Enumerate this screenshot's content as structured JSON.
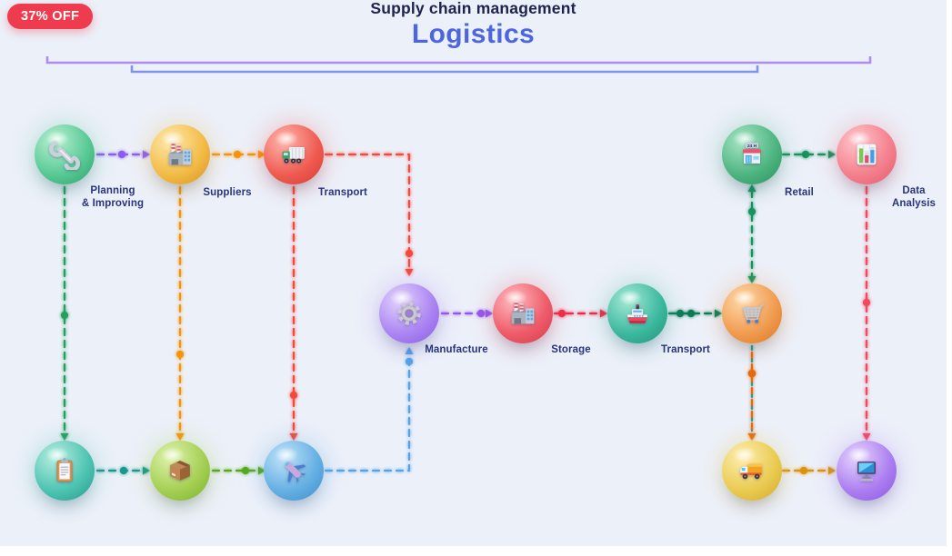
{
  "badge": {
    "label": "37% OFF",
    "bg": "#ee3b4e"
  },
  "header": {
    "title": "Supply chain management",
    "title_color": "#20234f",
    "subtitle": "Logistics",
    "subtitle_color": "#4b66e0"
  },
  "brackets": {
    "outer_color": "#b18cf0",
    "inner_color": "#8094ea"
  },
  "nodes": [
    {
      "id": "planning",
      "label": "Planning\n& Improving",
      "icon": "wrench",
      "color": "#57c995"
    },
    {
      "id": "suppliers",
      "label": "Suppliers",
      "icon": "factory",
      "color": "#f2bb45"
    },
    {
      "id": "transport-road",
      "label": "Transport",
      "icon": "cargo-truck",
      "color": "#ef5b51"
    },
    {
      "id": "retail",
      "label": "Retail",
      "icon": "store-24h",
      "color": "#4db480",
      "sign": "24 H"
    },
    {
      "id": "data-analysis",
      "label": "Data\nAnalysis",
      "icon": "bar-chart",
      "color": "#f47f8d"
    },
    {
      "id": "manufacture",
      "label": "Manufacture",
      "icon": "gear",
      "color": "#ab84f2"
    },
    {
      "id": "storage",
      "label": "Storage",
      "icon": "factory",
      "color": "#ee5b69"
    },
    {
      "id": "transport-sea",
      "label": "Transport",
      "icon": "ship",
      "color": "#3cb89e"
    },
    {
      "id": "shopping-cart",
      "label": "",
      "icon": "shopping-cart",
      "color": "#f09b4f"
    },
    {
      "id": "checklist",
      "label": "",
      "icon": "clipboard",
      "color": "#4dc3b1"
    },
    {
      "id": "package",
      "label": "",
      "icon": "box",
      "color": "#a3cf52"
    },
    {
      "id": "air-transport",
      "label": "",
      "icon": "airplane",
      "color": "#64afe3"
    },
    {
      "id": "delivery-truck",
      "label": "",
      "icon": "delivery-truck",
      "color": "#eaca50"
    },
    {
      "id": "computer",
      "label": "",
      "icon": "monitor",
      "color": "#ab7ef0"
    }
  ],
  "edges": [
    {
      "id": "planning-suppliers",
      "from": "planning",
      "to": "suppliers",
      "color": "#8a5cf0"
    },
    {
      "id": "suppliers-transport",
      "from": "suppliers",
      "to": "transport-road",
      "color": "#f5940a"
    },
    {
      "id": "transport-manufacture",
      "from": "transport-road",
      "to": "manufacture",
      "color": "#f5493d"
    },
    {
      "id": "planning-checklist",
      "from": "planning",
      "to": "checklist",
      "color": "#21a05c"
    },
    {
      "id": "suppliers-package",
      "from": "suppliers",
      "to": "package",
      "color": "#f5940a"
    },
    {
      "id": "transport-airplane",
      "from": "transport-road",
      "to": "air-transport",
      "color": "#f5493d"
    },
    {
      "id": "checklist-package",
      "from": "checklist",
      "to": "package",
      "color": "#18998c"
    },
    {
      "id": "package-airplane",
      "from": "package",
      "to": "air-transport",
      "color": "#55a81e"
    },
    {
      "id": "airplane-manufacture",
      "from": "air-transport",
      "to": "manufacture",
      "color": "#56a3e8"
    },
    {
      "id": "manufacture-storage",
      "from": "manufacture",
      "to": "storage",
      "color": "#9257f2"
    },
    {
      "id": "storage-ship",
      "from": "storage",
      "to": "transport-sea",
      "color": "#f02c49"
    },
    {
      "id": "ship-cart",
      "from": "transport-sea",
      "to": "shopping-cart",
      "color": "#117a54"
    },
    {
      "id": "retail-cart",
      "from": "retail",
      "to": "shopping-cart",
      "color": "#19925d"
    },
    {
      "id": "retail-data",
      "from": "retail",
      "to": "data-analysis",
      "color": "#19925d"
    },
    {
      "id": "data-computer",
      "from": "data-analysis",
      "to": "computer",
      "color": "#f24a61"
    },
    {
      "id": "cart-truck",
      "from": "shopping-cart",
      "to": "delivery-truck",
      "color": "#e5690f",
      "color2": "#2a9d8f"
    },
    {
      "id": "truck-computer",
      "from": "delivery-truck",
      "to": "computer",
      "color": "#dd920b"
    }
  ]
}
